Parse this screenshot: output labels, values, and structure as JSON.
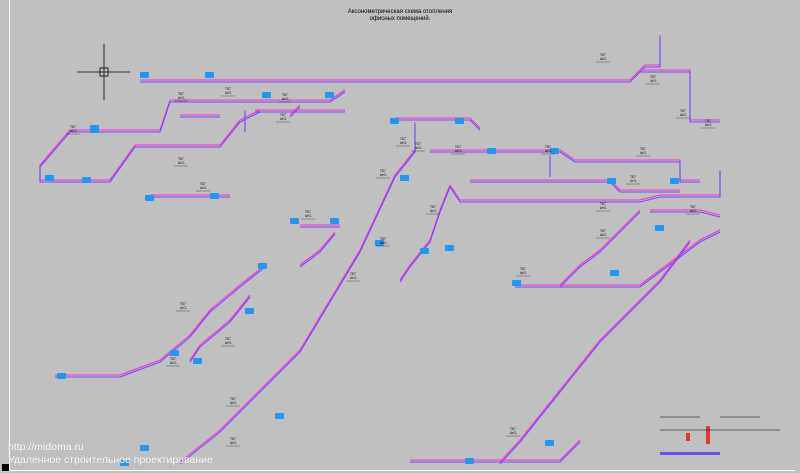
{
  "drawing": {
    "title_line1": "Аксонометрическая схема отопления",
    "title_line2": "офисных помещений.",
    "colors": {
      "background": "#c0c0c0",
      "supply_pipe": "#ff2bd0",
      "return_pipe": "#6a4cff",
      "radiator": "#2196f3",
      "riser_red": "#e53935",
      "text": "#000000"
    }
  },
  "watermark": {
    "url": "http://midoma.ru",
    "text": "Удаленное строительное проектирование"
  },
  "labels": {
    "heater": "ТБ7",
    "heater_power": "АтО-",
    "unit": "пакет"
  }
}
